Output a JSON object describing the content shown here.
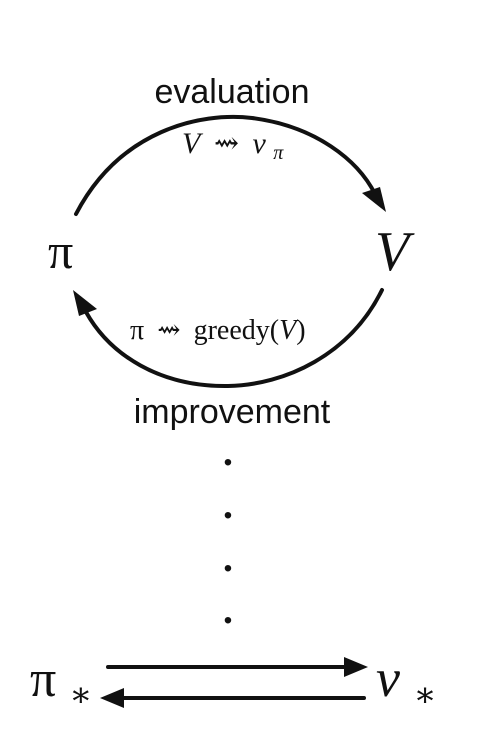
{
  "diagram": {
    "top_label": "evaluation",
    "top_formula": {
      "lhs": "V",
      "arrow": "⇝",
      "rhs": "v",
      "rhs_sub": "π"
    },
    "left_node": "π",
    "right_node": "V",
    "bottom_formula": {
      "lhs": "π",
      "arrow": "⇝",
      "fn": "greedy",
      "open": "(",
      "arg": "V",
      "close": ")"
    },
    "bottom_label": "improvement",
    "dots": [
      "•",
      "•",
      "•",
      "•"
    ],
    "final_left": {
      "base": "π",
      "sub": "∗"
    },
    "final_right": {
      "base": "v",
      "sub": "∗"
    }
  }
}
